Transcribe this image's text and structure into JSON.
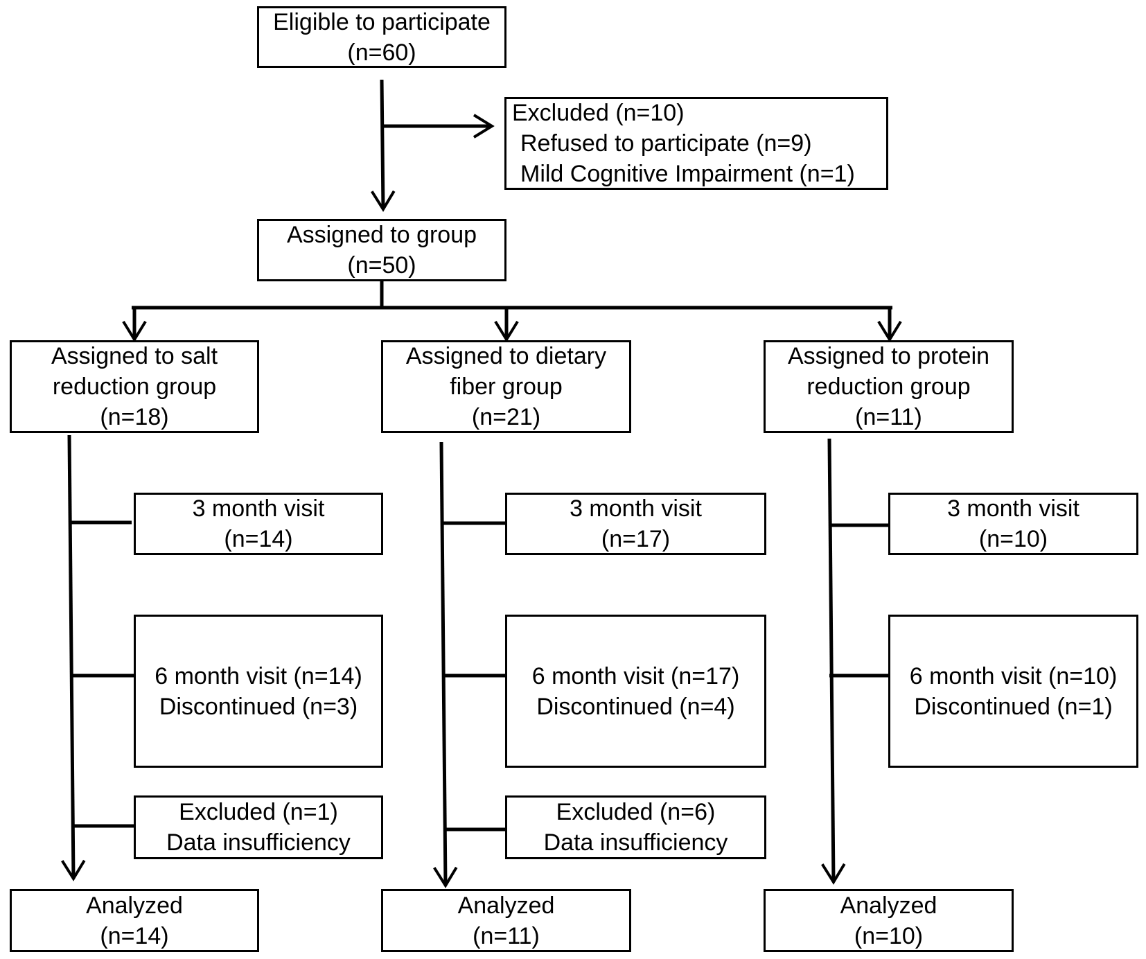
{
  "eligible": {
    "line1": "Eligible to participate",
    "line2": "(n=60)"
  },
  "excluded_top": {
    "line1": "Excluded (n=10)",
    "line2": "Refused to participate (n=9)",
    "line3": "Mild Cognitive Impairment (n=1)"
  },
  "assigned": {
    "line1": "Assigned to group",
    "line2": "(n=50)"
  },
  "groups": [
    {
      "title1": "Assigned to salt",
      "title2": "reduction group",
      "n": "(n=18)",
      "visit3_1": "3 month visit",
      "visit3_2": "(n=14)",
      "visit6_1": "6 month visit (n=14)",
      "visit6_2": "Discontinued (n=3)",
      "excl_1": "Excluded (n=1)",
      "excl_2": "Data insufficiency",
      "analyzed_1": "Analyzed",
      "analyzed_2": "(n=14)"
    },
    {
      "title1": "Assigned to dietary",
      "title2": "fiber group",
      "n": "(n=21)",
      "visit3_1": "3 month visit",
      "visit3_2": "(n=17)",
      "visit6_1": "6 month visit (n=17)",
      "visit6_2": "Discontinued (n=4)",
      "excl_1": "Excluded (n=6)",
      "excl_2": "Data insufficiency",
      "analyzed_1": "Analyzed",
      "analyzed_2": "(n=11)"
    },
    {
      "title1": "Assigned to protein",
      "title2": "reduction group",
      "n": "(n=11)",
      "visit3_1": "3 month visit",
      "visit3_2": "(n=10)",
      "visit6_1": "6 month visit (n=10)",
      "visit6_2": "Discontinued (n=1)",
      "analyzed_1": "Analyzed",
      "analyzed_2": "(n=10)"
    }
  ]
}
